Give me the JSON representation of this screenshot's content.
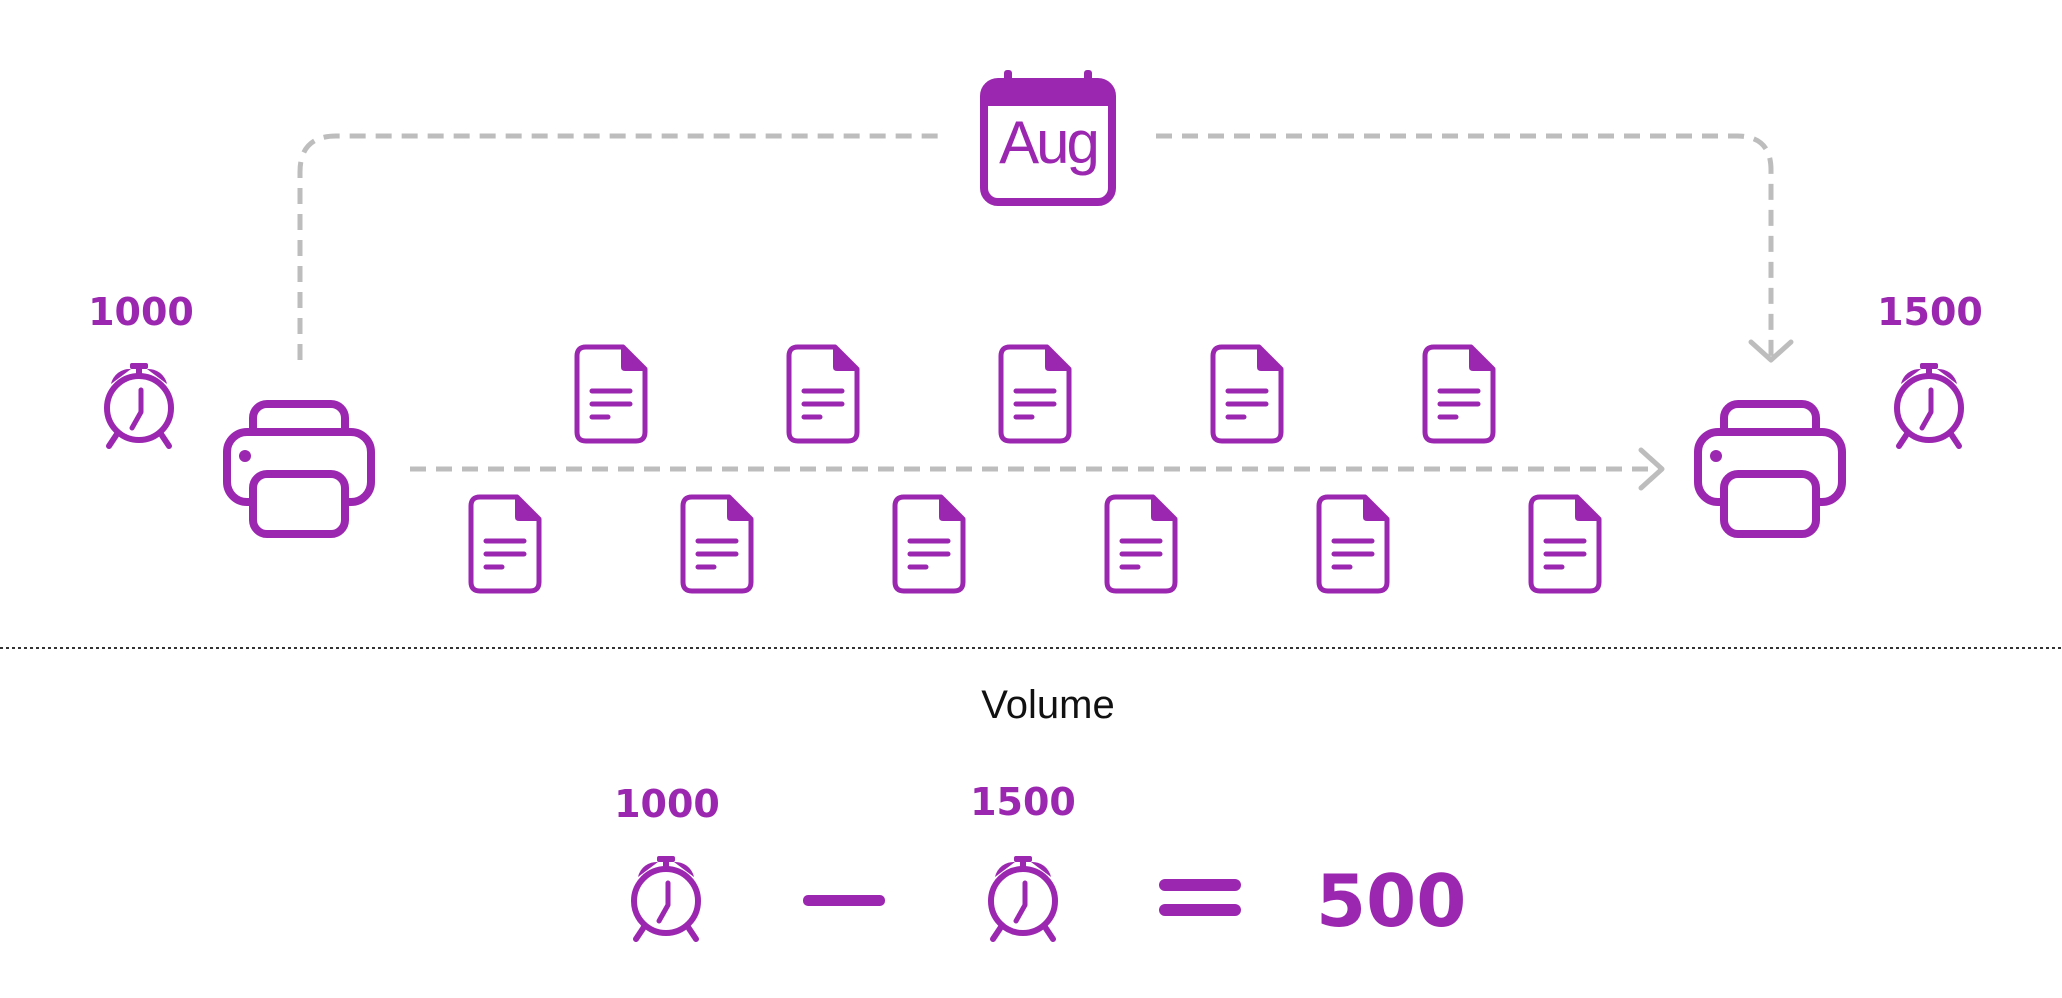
{
  "colors": {
    "accent": "#9b27b0",
    "dashed": "#bdbdbd",
    "divider": "#333333",
    "text": "#111111"
  },
  "top": {
    "calendar": {
      "icon": "calendar-icon",
      "month": "Aug"
    },
    "left_counter": {
      "value": "1000",
      "icon": "alarm-clock-icon"
    },
    "right_counter": {
      "value": "1500",
      "icon": "alarm-clock-icon"
    },
    "source_icon": "printer-icon",
    "target_icon": "printer-icon",
    "document_icon": "document-icon",
    "document_count": 11
  },
  "bottom": {
    "title": "Volume",
    "left_value": "1000",
    "right_value": "1500",
    "minus_icon": "minus-icon",
    "equals_icon": "equals-icon",
    "result": "500"
  }
}
